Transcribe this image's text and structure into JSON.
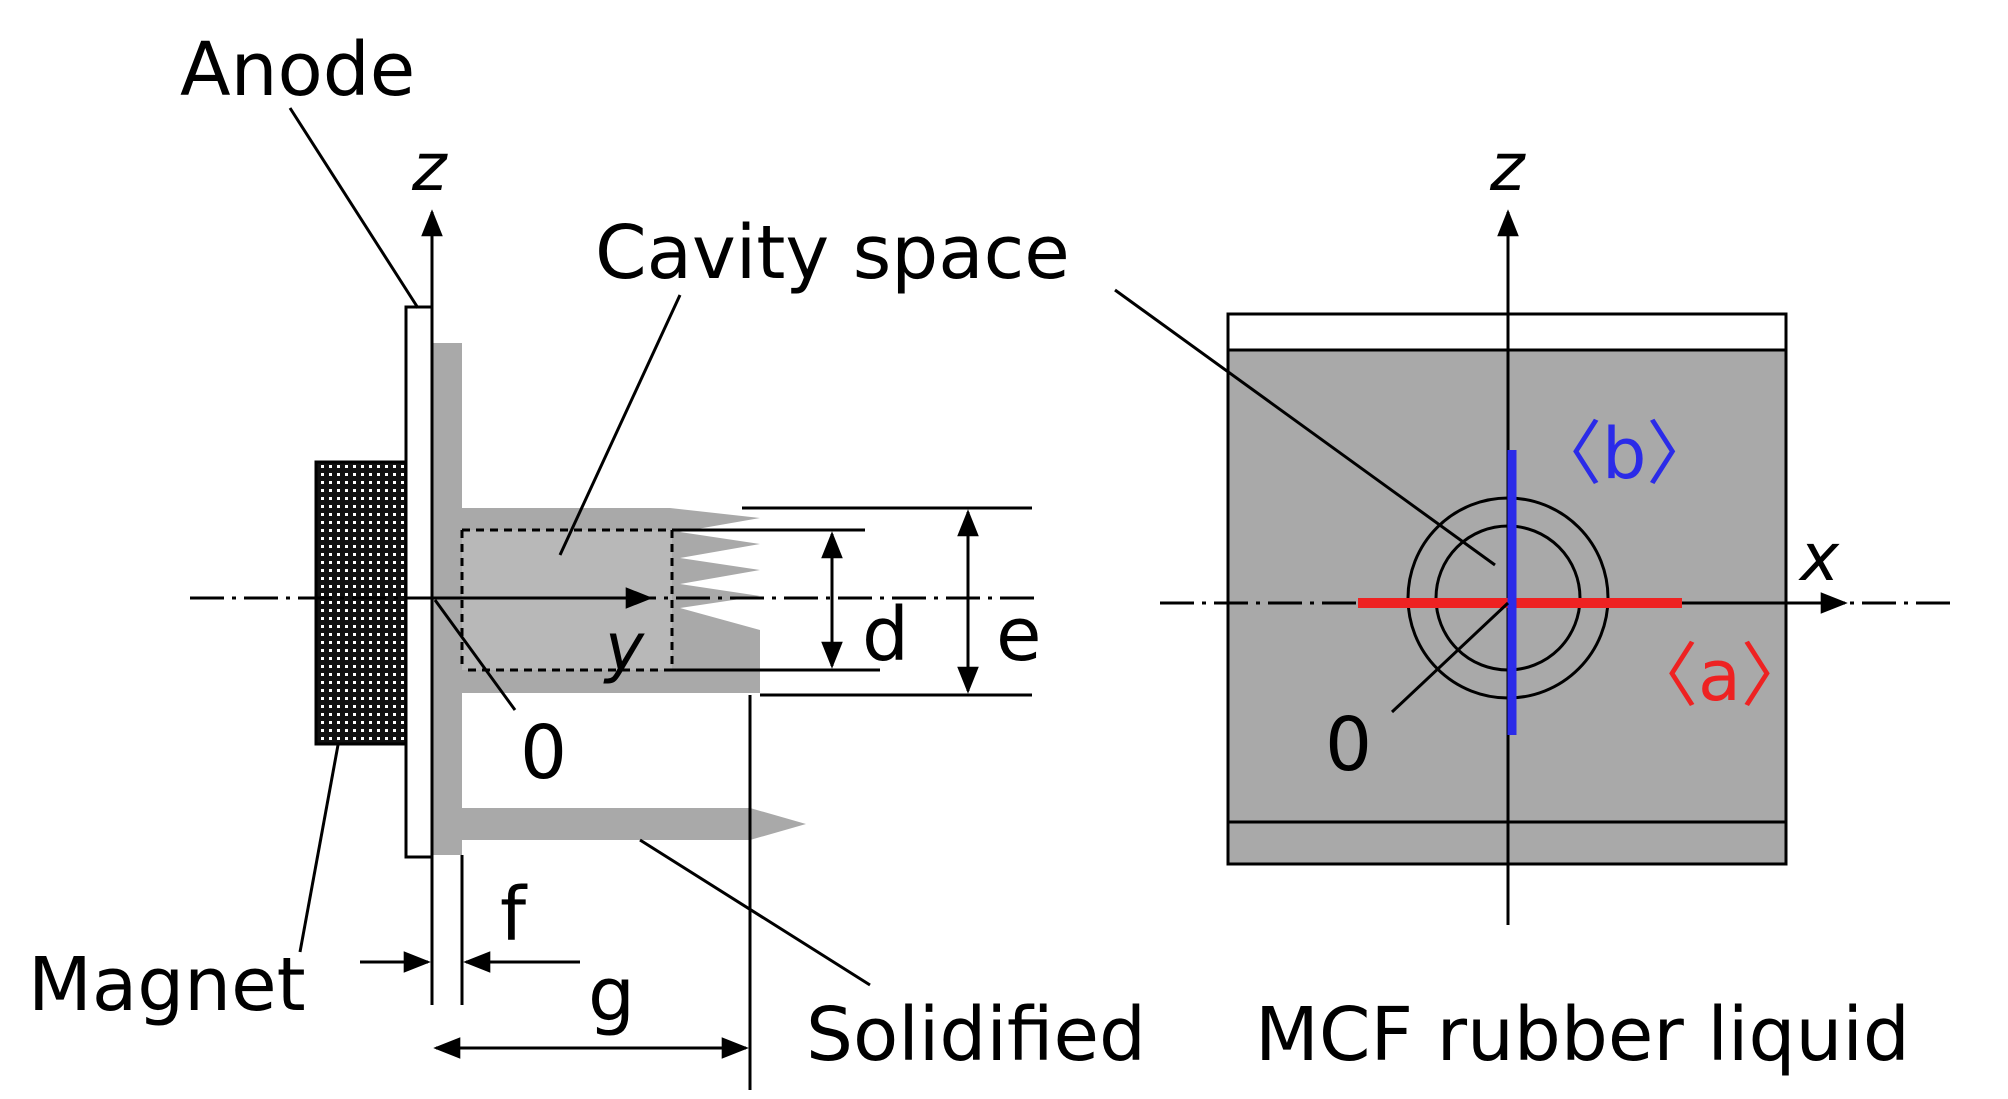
{
  "labels": {
    "anode": "Anode",
    "z_left": "z",
    "z_right": "z",
    "cavity_space": "Cavity space",
    "y_axis": "y",
    "x_axis": "x",
    "origin_left": "0",
    "origin_right": "0",
    "d": "d",
    "e": "e",
    "f": "f",
    "g": "g",
    "magnet": "Magnet",
    "solidified": "Solidified",
    "mcf_rubber_liquid": "MCF rubber liquid",
    "tag_a": "〈a〉",
    "tag_b": "〈b〉"
  },
  "colors": {
    "fill_gray": "#a9a9a9",
    "line_red": "#ee2222",
    "line_blue": "#2b2be8",
    "ink": "#000000"
  }
}
